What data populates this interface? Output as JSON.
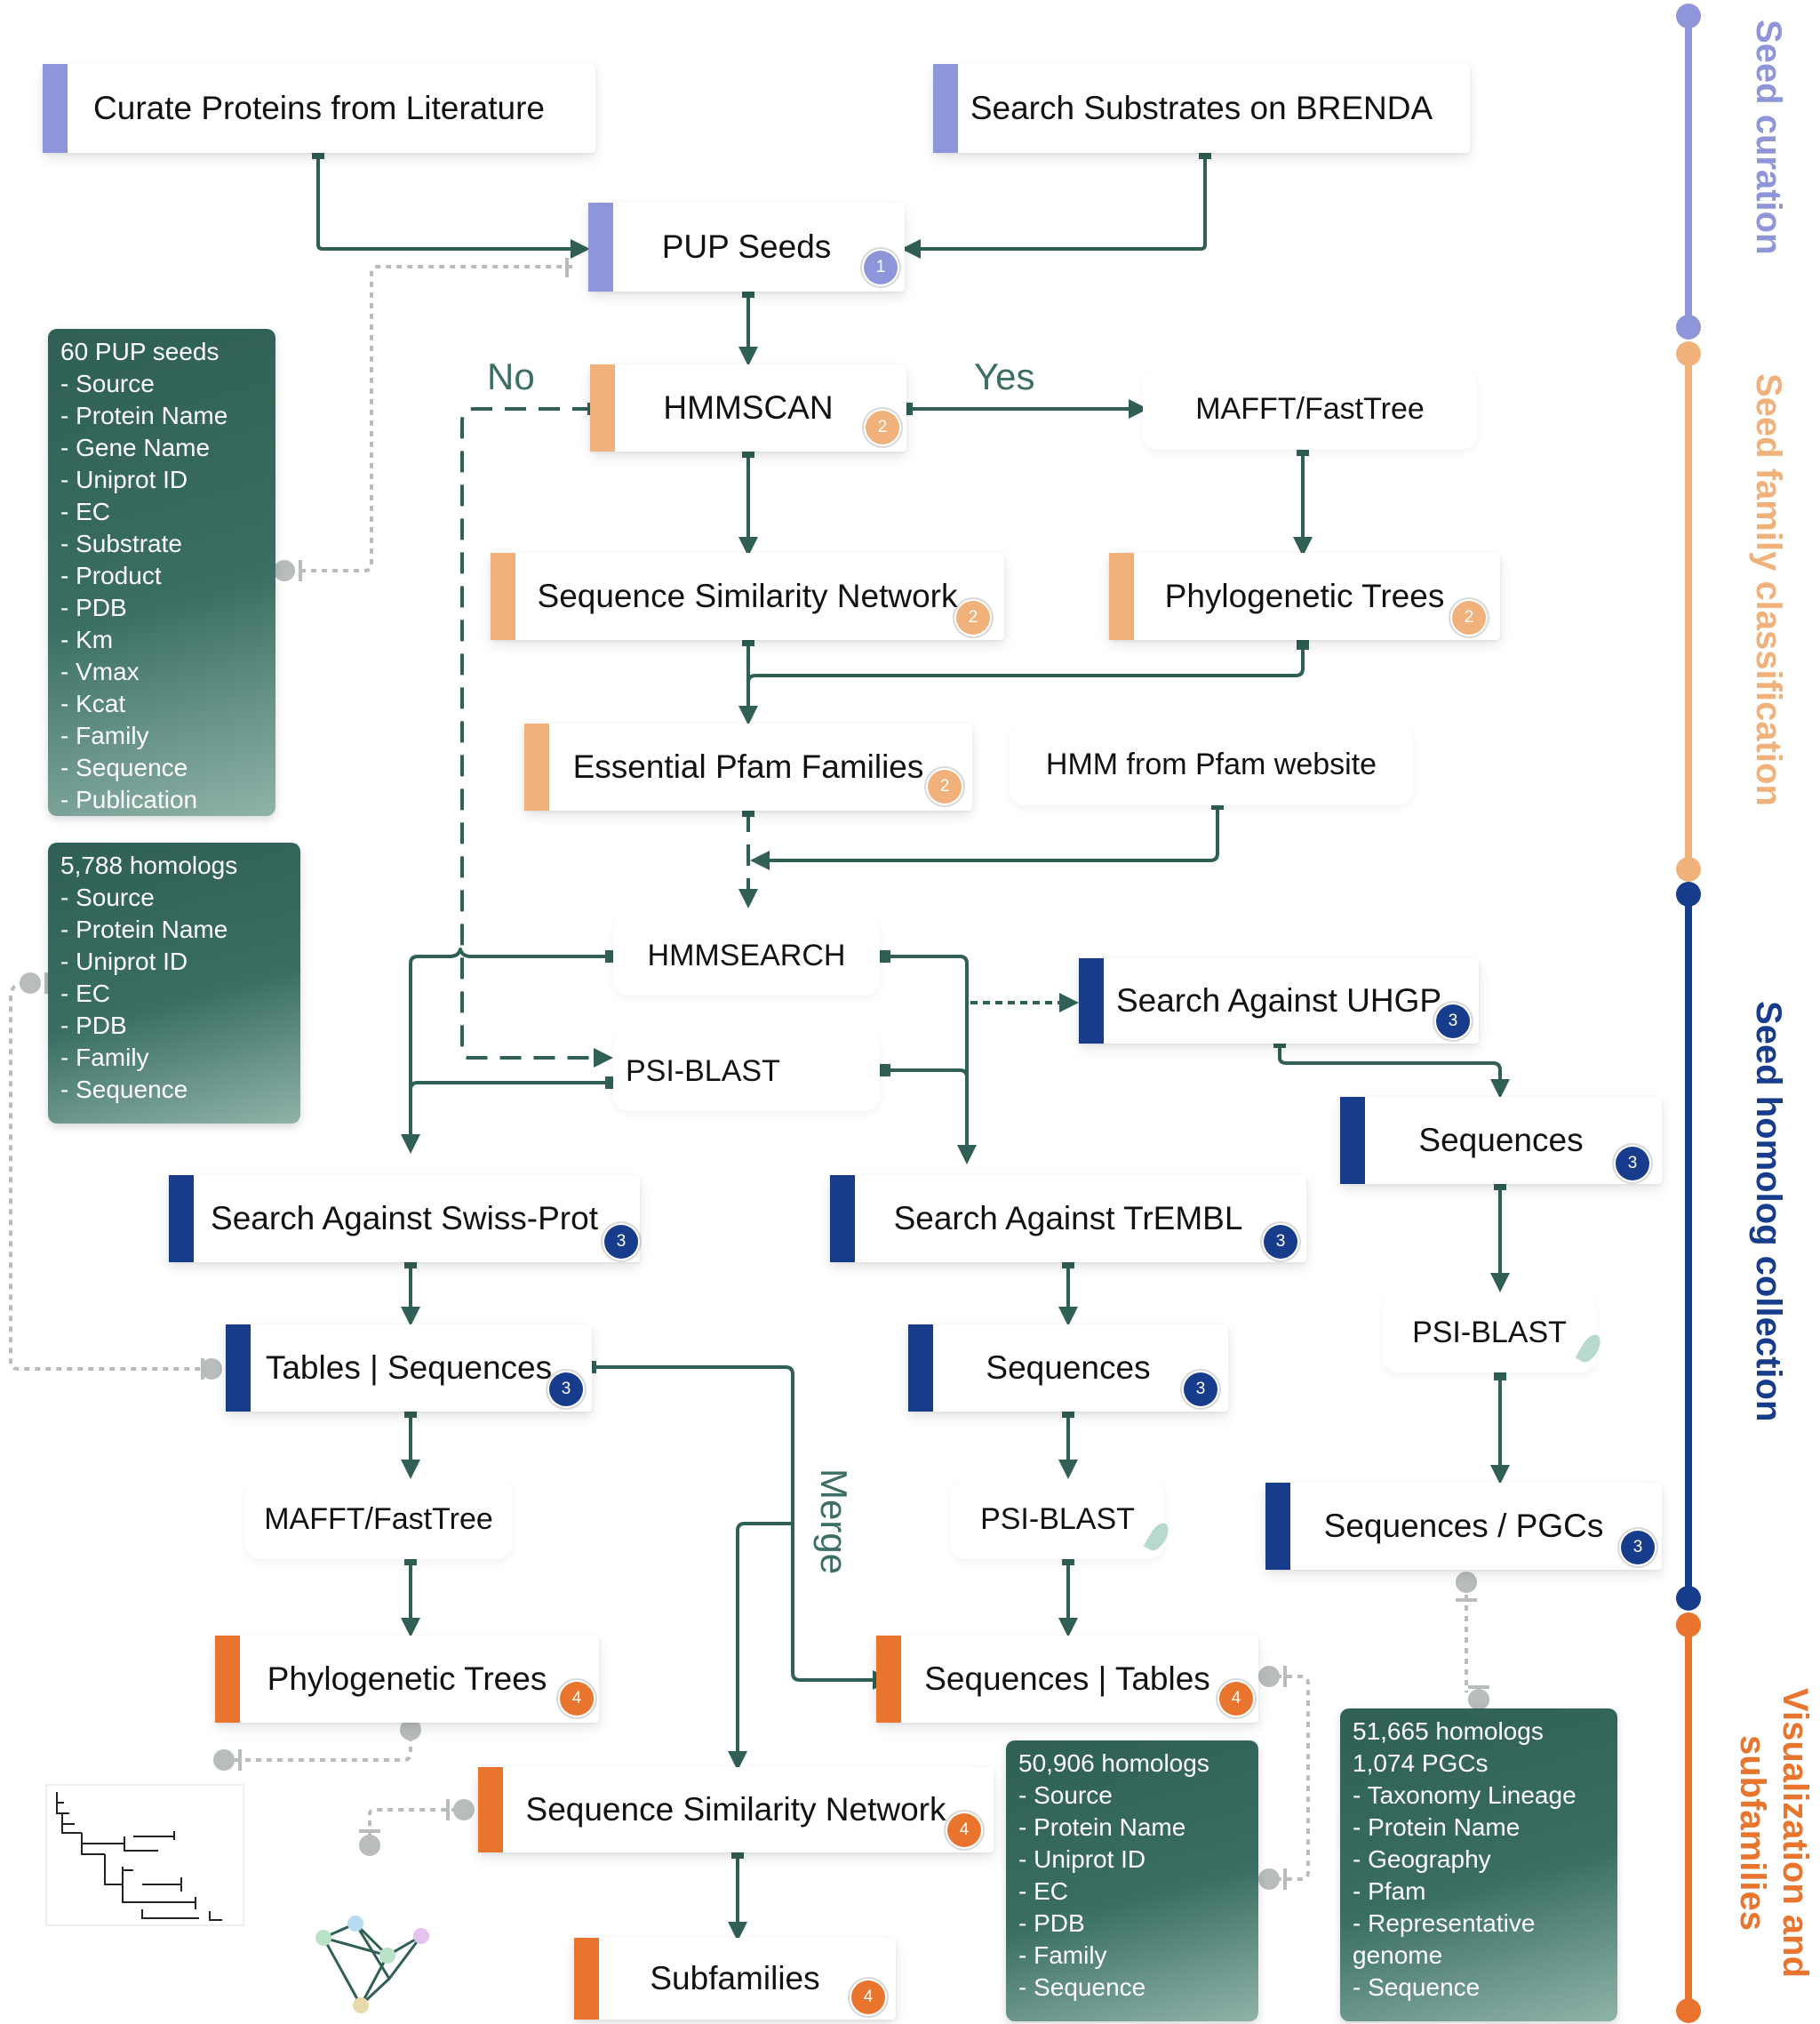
{
  "colors": {
    "lilac": "#8e95d8",
    "peach": "#f0b27a",
    "navy": "#173c8c",
    "orange": "#e8742e",
    "teal": "#2f5f55",
    "arrow": "#2f5f55",
    "gray": "#b8bdbb"
  },
  "stages": [
    {
      "label": "Seed curation",
      "color": "#8e95d8"
    },
    {
      "label": "Seed family classification",
      "color": "#f0b27a"
    },
    {
      "label": "Seed homolog collection",
      "color": "#173c8c"
    },
    {
      "label": "Visualization and subfamilies",
      "color": "#e8742e"
    }
  ],
  "nodes": {
    "curate": "Curate Proteins from Literature",
    "brenda": "Search Substrates on BRENDA",
    "pup": "PUP Seeds",
    "hmmscan": "HMMSCAN",
    "mafft1": "MAFFT/FastTree",
    "ssn1": "Sequence Similarity Network",
    "phylo1": "Phylogenetic Trees",
    "pfam": "Essential Pfam Families",
    "hmmpfam": "HMM from Pfam website",
    "hmmsearch": "HMMSEARCH",
    "psiblast1": "PSI-BLAST",
    "uhgp": "Search Against UHGP",
    "swiss": "Search Against Swiss-Prot",
    "trembl": "Search Against TrEMBL",
    "seq_uhgp": "Sequences",
    "tables_seq": "Tables | Sequences",
    "seq_trembl": "Sequences",
    "psiblast2": "PSI-BLAST",
    "psiblast3": "PSI-BLAST",
    "mafft2": "MAFFT/FastTree",
    "seq_pgcs": "Sequences / PGCs",
    "phylo2": "Phylogenetic Trees",
    "seq_tables": "Sequences | Tables",
    "ssn2": "Sequence Similarity Network",
    "subfamilies": "Subfamilies"
  },
  "badges": {
    "pup": "1",
    "hmmscan": "2",
    "ssn1": "2",
    "phylo1": "2",
    "pfam": "2",
    "uhgp": "3",
    "swiss": "3",
    "trembl": "3",
    "seq_uhgp": "3",
    "tables_seq": "3",
    "seq_trembl": "3",
    "seq_pgcs": "3",
    "phylo2": "4",
    "seq_tables": "4",
    "ssn2": "4",
    "subfamilies": "4"
  },
  "edge_labels": {
    "no": "No",
    "yes": "Yes",
    "merge": "Merge"
  },
  "panels": {
    "seeds": {
      "title": "60 PUP seeds",
      "items": [
        "- Source",
        "- Protein Name",
        "- Gene Name",
        "- Uniprot ID",
        "- EC",
        "- Substrate",
        "- Product",
        "- PDB",
        "- Km",
        "- Vmax",
        "- Kcat",
        "- Family",
        "- Sequence",
        "- Publication"
      ]
    },
    "homologs_5788": {
      "title": "5,788 homologs",
      "items": [
        "- Source",
        "- Protein Name",
        "- Uniprot ID",
        "- EC",
        "- PDB",
        "- Family",
        "- Sequence"
      ]
    },
    "homologs_50906": {
      "title": "50,906 homologs",
      "items": [
        "- Source",
        "- Protein Name",
        "- Uniprot ID",
        "- EC",
        "- PDB",
        "- Family",
        "- Sequence"
      ]
    },
    "homologs_51665": {
      "title": "51,665 homologs",
      "subtitle": "1,074 PGCs",
      "items": [
        "- Taxonomy Lineage",
        "- Protein Name",
        "- Geography",
        "- Pfam",
        "- Representative",
        "genome",
        "- Sequence"
      ]
    }
  },
  "icons": {
    "tree": "phylogenetic-tree-icon",
    "network": "network-graph-icon"
  }
}
